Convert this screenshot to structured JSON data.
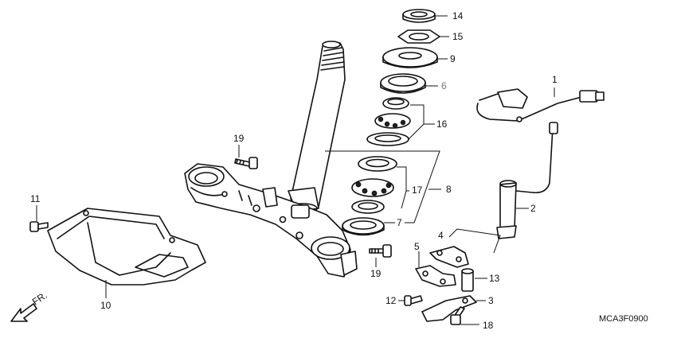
{
  "diagram": {
    "callouts": {
      "c1": "1",
      "c2": "2",
      "c3": "3",
      "c4": "4",
      "c5": "5",
      "c6": "6",
      "c7": "7",
      "c8": "8",
      "c9": "9",
      "c10": "10",
      "c11": "11",
      "c12": "12",
      "c13": "13",
      "c14": "14",
      "c15": "15",
      "c16": "16",
      "c17": "17",
      "c18": "18",
      "c19a": "19",
      "c19b": "19"
    },
    "front_indicator": "FR.",
    "diagram_code": "MCA3F0900",
    "colors": {
      "line": "#111111",
      "muted_callout": "#777777",
      "background": "#ffffff"
    }
  }
}
